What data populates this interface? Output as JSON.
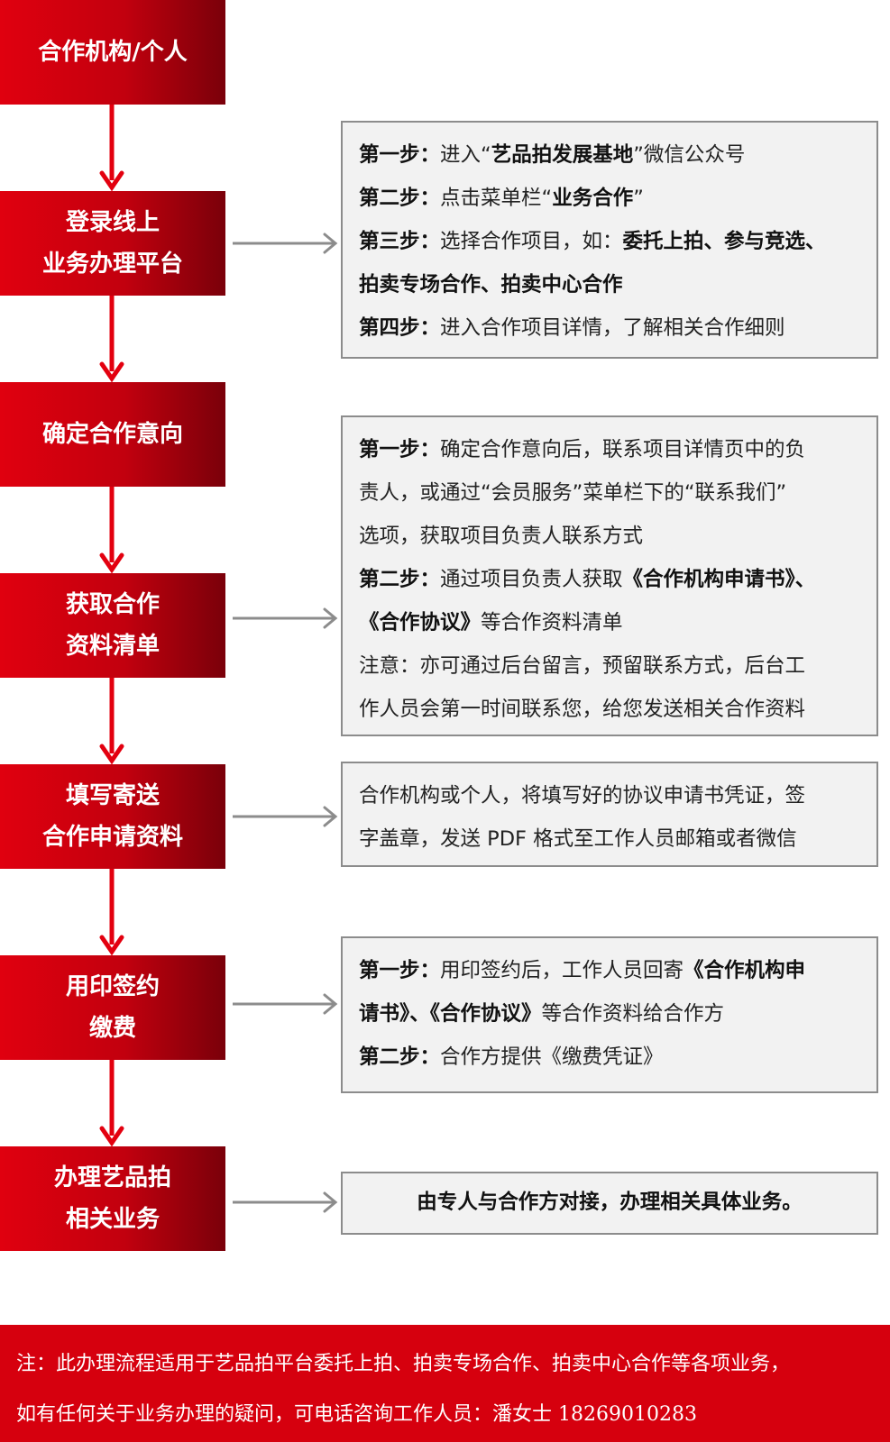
{
  "flow": {
    "steps": [
      {
        "lines": [
          "合作机构/个人"
        ]
      },
      {
        "lines": [
          "登录线上",
          "业务办理平台"
        ]
      },
      {
        "lines": [
          "确定合作意向"
        ]
      },
      {
        "lines": [
          "获取合作",
          "资料清单"
        ]
      },
      {
        "lines": [
          "填写寄送",
          "合作申请资料"
        ]
      },
      {
        "lines": [
          "用印签约",
          "缴费"
        ]
      },
      {
        "lines": [
          "办理艺品拍",
          "相关业务"
        ]
      }
    ]
  },
  "details": {
    "platform": {
      "s1_label": "第一步：",
      "s1_pre": "进入“",
      "s1_bold": "艺品拍发展基地",
      "s1_post": "”微信公众号",
      "s2_label": "第二步：",
      "s2_pre": "点击菜单栏“",
      "s2_bold": "业务合作",
      "s2_post": "”",
      "s3_label": "第三步：",
      "s3_pre": "选择合作项目，如：",
      "s3_bold1": "委托上拍、参与竞选、",
      "s3_bold2": "拍卖专场合作、拍卖中心合作",
      "s4_label": "第四步：",
      "s4_text": "进入合作项目详情，了解相关合作细则"
    },
    "materials": {
      "s1_label": "第一步：",
      "s1_l1": "确定合作意向后，联系项目详情页中的负",
      "s1_l2": "责人，或通过“会员服务”菜单栏下的“联系我们”",
      "s1_l3": "选项，获取项目负责人联系方式",
      "s2_label": "第二步：",
      "s2_pre": "通过项目负责人获取",
      "s2_bold1": "《合作机构申请书》、",
      "s2_bold2": "《合作协议》",
      "s2_post": "等合作资料清单",
      "note_l1": "注意：亦可通过后台留言，预留联系方式，后台工",
      "note_l2": "作人员会第一时间联系您，给您发送相关合作资料"
    },
    "submit": {
      "l1": "合作机构或个人，将填写好的协议申请书凭证，签",
      "l2": "字盖章，发送 PDF 格式至工作人员邮箱或者微信"
    },
    "sign": {
      "s1_label": "第一步：",
      "s1_pre": "用印签约后，工作人员回寄",
      "s1_bold1": "《合作机构申",
      "s1_bold2": "请书》、《合作协议》",
      "s1_post": "等合作资料给合作方",
      "s2_label": "第二步：",
      "s2_text": "合作方提供《缴费凭证》"
    },
    "handle": {
      "text": "由专人与合作方对接，办理相关具体业务。"
    }
  },
  "footer": {
    "line1": "注：此办理流程适用于艺品拍平台委托上拍、拍卖专场合作、拍卖中心合作等各项业务，",
    "line2": "如有任何关于业务办理的疑问，可电话咨询工作人员：潘女士  18269010283"
  },
  "colors": {
    "step_red": "#d6000e",
    "arrow_red": "#e3000f",
    "arrow_gray": "#8c8c8c",
    "box_bg": "#f2f2f2"
  }
}
